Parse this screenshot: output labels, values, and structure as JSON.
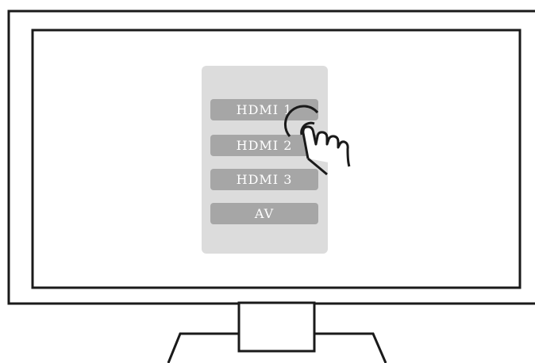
{
  "input_menu": {
    "items": [
      {
        "label": "HDMI 1"
      },
      {
        "label": "HDMI 2"
      },
      {
        "label": "HDMI 3"
      },
      {
        "label": "AV"
      }
    ]
  },
  "colors": {
    "panel": "#dcdcdc",
    "item": "#a6a6a6",
    "item_text": "#ffffff",
    "outline": "#1a1a1a"
  },
  "icons": {
    "pointer": "hand-tap-icon"
  }
}
